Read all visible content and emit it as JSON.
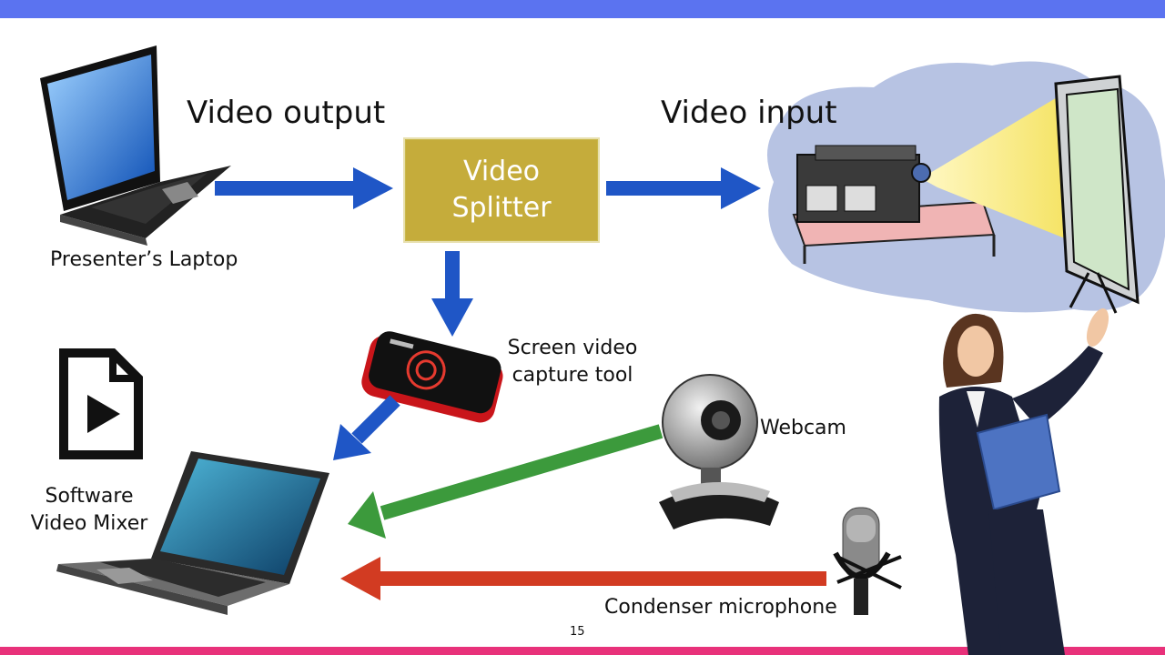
{
  "colors": {
    "top_bar": "#5b73f0",
    "bottom_bar": "#e8317a",
    "splitter_fill": "#c5ac3b",
    "arrow_blue": "#1f56c6",
    "arrow_green": "#3c9a3c",
    "arrow_red": "#d23b22"
  },
  "labels": {
    "video_output": "Video output",
    "video_input": "Video input",
    "splitter_line1": "Video",
    "splitter_line2": "Splitter",
    "presenters_laptop": "Presenter’s Laptop",
    "capture_line1": "Screen video",
    "capture_line2": "capture tool",
    "webcam": "Webcam",
    "mixer_line1": "Software",
    "mixer_line2": "Video Mixer",
    "microphone": "Condenser microphone"
  },
  "page_number": "15",
  "icons": [
    "laptop-icon",
    "projector-icon",
    "capture-device-icon",
    "video-file-icon",
    "mixer-laptop-icon",
    "webcam-icon",
    "microphone-icon",
    "presenter-figure"
  ]
}
